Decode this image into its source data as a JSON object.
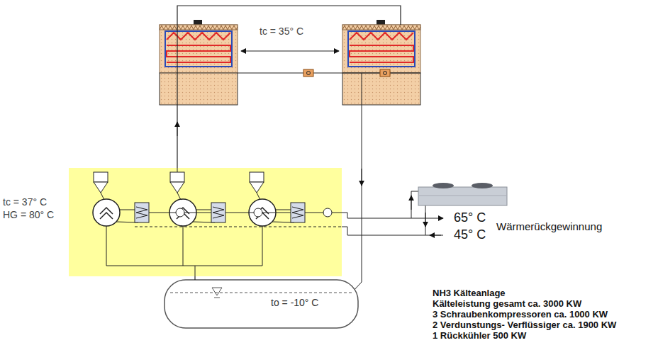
{
  "diagram": {
    "nodes": [
      {
        "text": [
          "tc = 37° C",
          "HG = 80° C"
        ]
      },
      {
        "text": [
          "to = -10° C"
        ]
      }
    ],
    "edges": [
      {
        "from": 1,
        "to": 0,
        "arrow": "none"
      }
    ],
    "labels": [
      "tc = 35° C",
      "65° C",
      "45° C",
      "Wärmerückgewinnung",
      "NH3 Kälteanlage",
      "Kälteleistung gesamt ca. 3000 KW",
      "3 Schraubenkompressoren ca. 1000 KW",
      "2 Verdunstungs- Verflüssiger ca. 1900 KW",
      "1 Rückkühler 500 KW"
    ]
  }
}
